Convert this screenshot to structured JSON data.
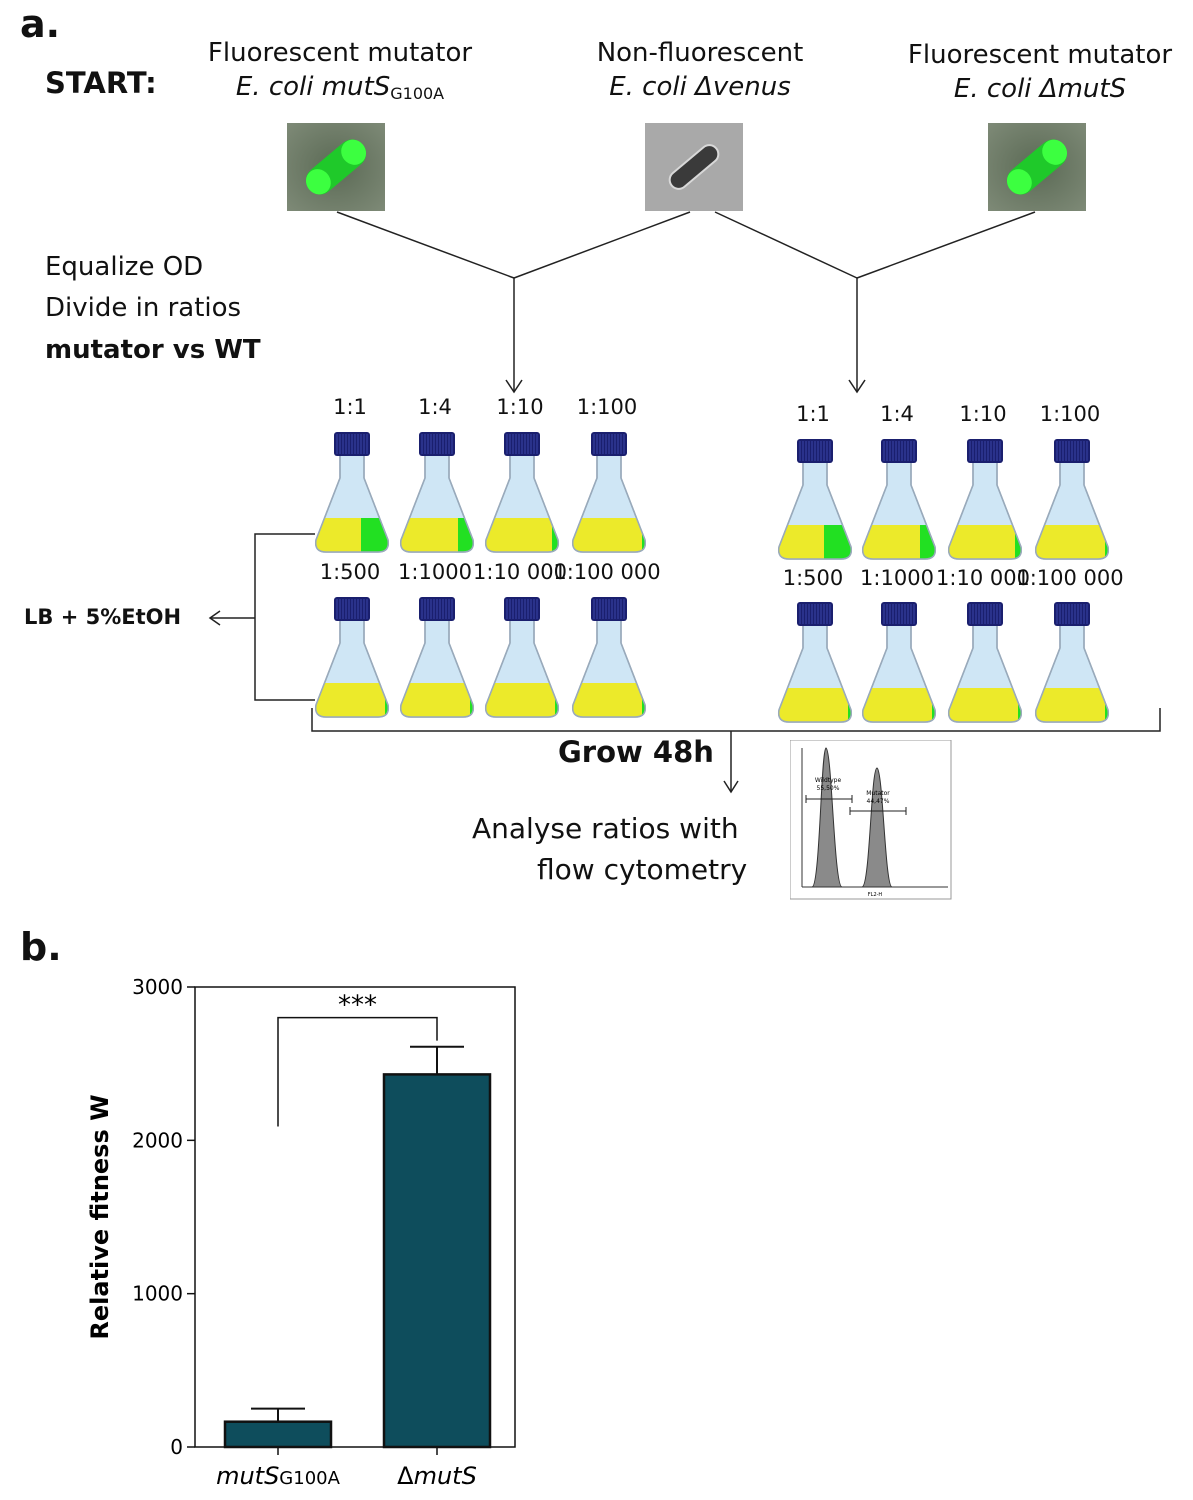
{
  "panel_a": {
    "label": "a.",
    "start_label": "START:",
    "strains": [
      {
        "line1": "Fluorescent mutator",
        "line2": "E. coli mutS",
        "sub": "G100A",
        "image": "green-cell-icon"
      },
      {
        "line1": "Non-fluorescent",
        "line2": "E. coli Δvenus",
        "sub": "",
        "image": "grey-cell-icon"
      },
      {
        "line1": "Fluorescent mutator",
        "line2": "E. coli ΔmutS",
        "sub": "",
        "image": "green-cell-icon"
      }
    ],
    "steps": {
      "equalize": "Equalize OD",
      "divide": "Divide in ratios",
      "mutator_vs_wt": "mutator vs WT",
      "medium": "LB + 5%EtOH",
      "grow": "Grow 48h",
      "analyse_1": "Analyse ratios with",
      "analyse_2": "flow cytometry"
    },
    "ratios_row1": [
      "1:1",
      "1:4",
      "1:10",
      "1:100"
    ],
    "ratios_row2": [
      "1:500",
      "1:1000",
      "1:10 000",
      "1:100 000"
    ],
    "green_fraction_row1": [
      0.45,
      0.25,
      0.1,
      0.03
    ],
    "green_fraction_row2": [
      0.02,
      0.01,
      0.005,
      0.002
    ],
    "histogram": {
      "peak1_label": "Wildtype",
      "peak1_value": "55,50%",
      "peak2_label": "Mutator",
      "peak2_value": "44,47%",
      "xlabel": "FL2-H"
    },
    "colors": {
      "cap": "#1a1f6e",
      "liquid": "#ecea2a",
      "glass": "#cfe6f5",
      "fluor": "#22e022"
    }
  },
  "panel_b": {
    "label": "b.",
    "significance": "***",
    "chart_data": {
      "type": "bar",
      "categories": [
        "mutSG100A",
        "ΔmutS"
      ],
      "category_labels": [
        {
          "main": "mut",
          "main2": "S",
          "sub": "G100A"
        },
        {
          "main": "Δ",
          "main2": "mutS",
          "sub": ""
        }
      ],
      "values": [
        165,
        2430
      ],
      "error_upper": [
        250,
        2610
      ],
      "ylabel": "Relative fitness W",
      "ylim": [
        0,
        3000
      ],
      "yticks": [
        0,
        1000,
        2000,
        3000
      ],
      "bar_color": "#0e4d5c",
      "grid": false,
      "legend": "none"
    }
  }
}
